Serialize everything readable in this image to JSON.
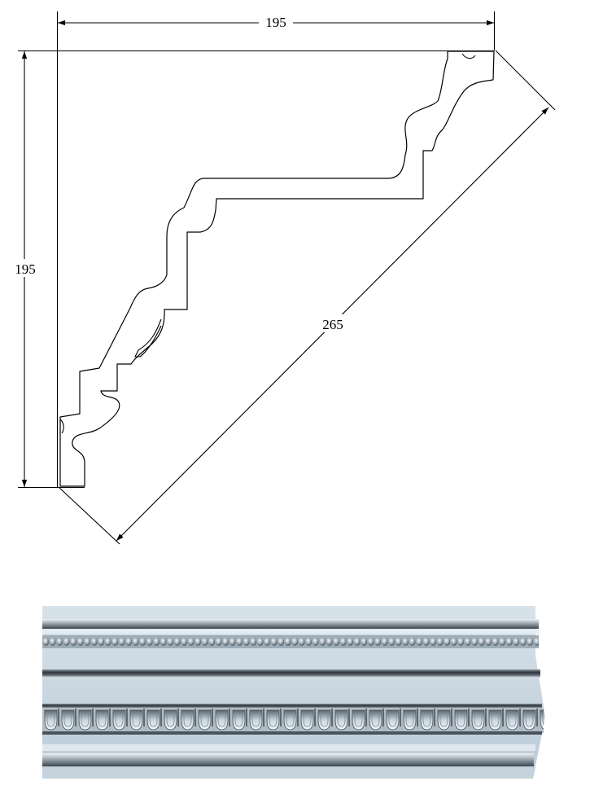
{
  "drawing": {
    "dimensions": {
      "width_label": "195",
      "height_label": "195",
      "diagonal_label": "265"
    }
  },
  "colors": {
    "line": "#000000",
    "molding_base": "#b8c9d6",
    "molding_light": "#dde7ef",
    "molding_shadow": "#3a4048",
    "molding_mid": "#7f8e99"
  }
}
